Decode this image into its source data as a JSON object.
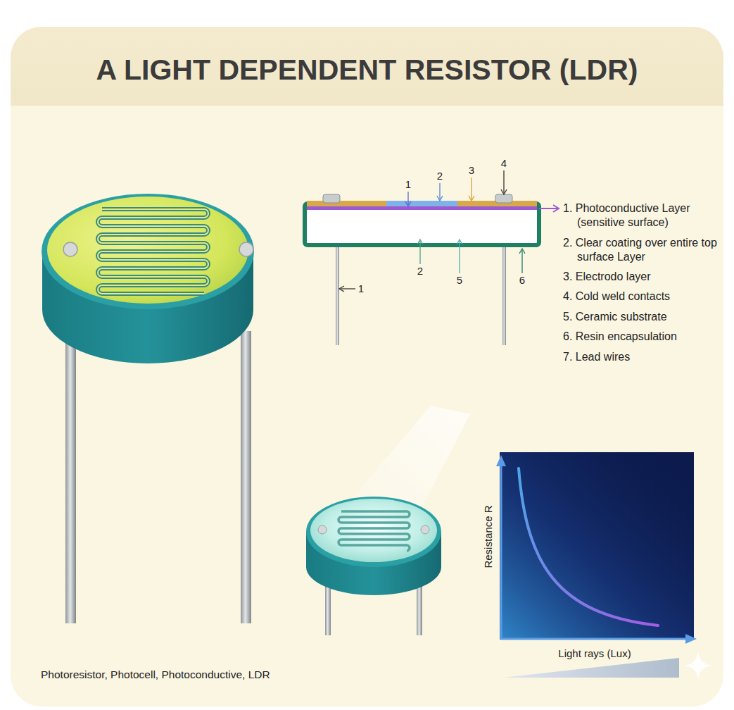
{
  "diagram": {
    "title": "A LIGHT DEPENDENT RESISTOR (LDR)",
    "caption": "Photoresistor, Photocell, Photoconductive, LDR",
    "labels": [
      "1",
      "2",
      "3",
      "4",
      "1. Photoconductive Layer (sensitive surface)",
      "2. Clear coating over entire top surface Layer",
      "3. Electrodo layer",
      "4. Cold weld contacts",
      "5. Ceramic substrate",
      "6. Resin encapsulation",
      "7. Lead wires",
      "1",
      "2",
      "5",
      "6",
      "Resistance R",
      "Light rays (Lux)"
    ]
  }
}
